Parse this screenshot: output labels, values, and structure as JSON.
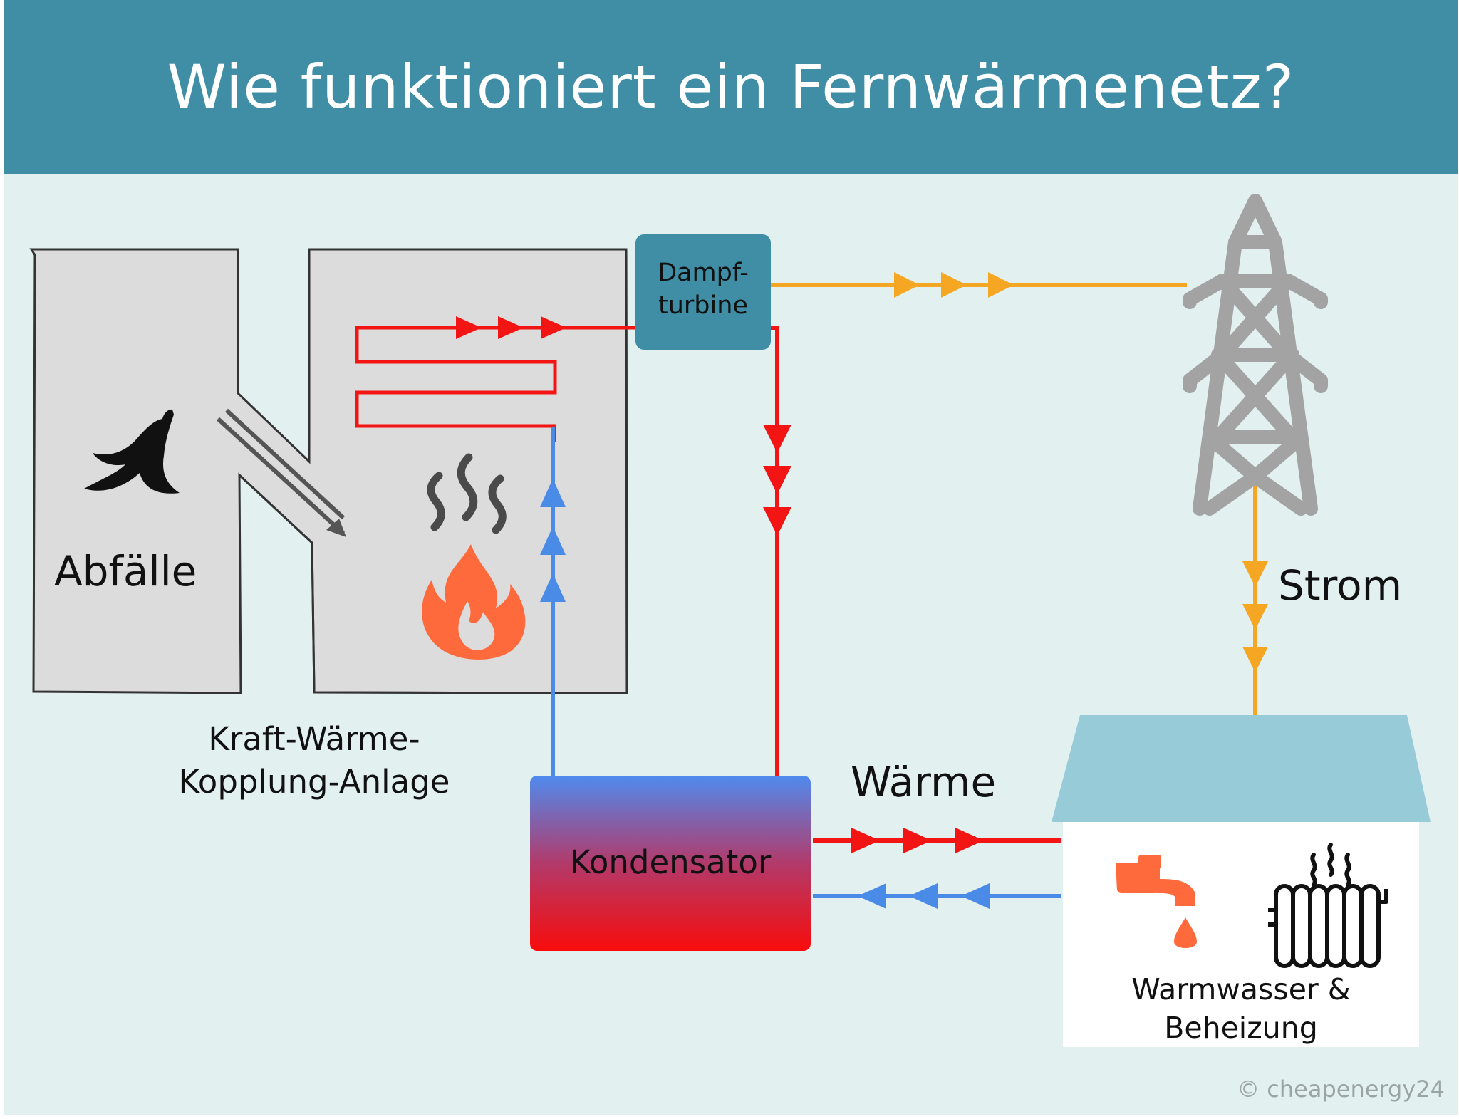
{
  "title": "Wie funktioniert ein Fernwärmenetz?",
  "labels": {
    "waste": "Abfälle",
    "plant_line1": "Kraft-Wärme-",
    "plant_line2": "Kopplung-Anlage",
    "turbine_line1": "Dampf-",
    "turbine_line2": "turbine",
    "electricity": "Strom",
    "heat": "Wärme",
    "condenser": "Kondensator",
    "house_line1": "Warmwasser &",
    "house_line2": "Beheizung"
  },
  "copyright": "© cheapenergy24",
  "icons": [
    "banana-peel-icon",
    "steam-icon",
    "flame-icon",
    "power-tower-icon",
    "water-tap-icon",
    "radiator-icon"
  ],
  "colors": {
    "header": "#3f8ea6",
    "background": "#e3f0f0",
    "hot_line": "#f31414",
    "cold_line": "#4a8be8",
    "power_line": "#f5a623",
    "turbine": "#3f8ea6",
    "roof": "#97cbd8",
    "flame": "#ff6a3d",
    "tower": "#a3a3a3"
  }
}
